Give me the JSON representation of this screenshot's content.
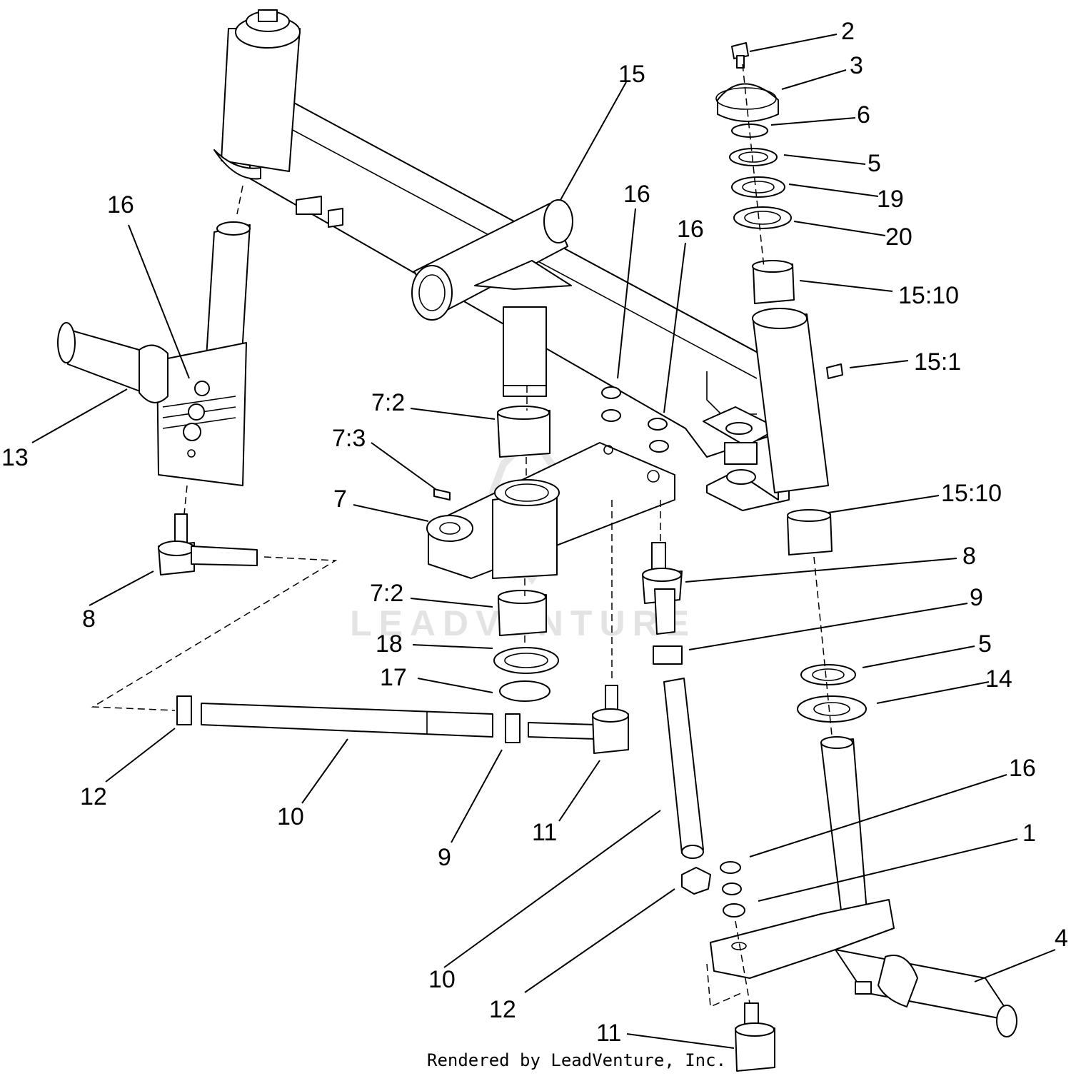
{
  "diagram": {
    "callouts": [
      {
        "id": "c-2",
        "text": "2"
      },
      {
        "id": "c-3",
        "text": "3"
      },
      {
        "id": "c-6",
        "text": "6"
      },
      {
        "id": "c-5a",
        "text": "5"
      },
      {
        "id": "c-19",
        "text": "19"
      },
      {
        "id": "c-20",
        "text": "20"
      },
      {
        "id": "c-15-10a",
        "text": "15:10"
      },
      {
        "id": "c-15-1",
        "text": "15:1"
      },
      {
        "id": "c-15-10b",
        "text": "15:10"
      },
      {
        "id": "c-15",
        "text": "15"
      },
      {
        "id": "c-16a",
        "text": "16"
      },
      {
        "id": "c-16b",
        "text": "16"
      },
      {
        "id": "c-16c",
        "text": "16"
      },
      {
        "id": "c-13",
        "text": "13"
      },
      {
        "id": "c-7-2a",
        "text": "7:2"
      },
      {
        "id": "c-7-3",
        "text": "7:3"
      },
      {
        "id": "c-7",
        "text": "7"
      },
      {
        "id": "c-8a",
        "text": "8"
      },
      {
        "id": "c-8b",
        "text": "8"
      },
      {
        "id": "c-9a",
        "text": "9"
      },
      {
        "id": "c-7-2b",
        "text": "7:2"
      },
      {
        "id": "c-18",
        "text": "18"
      },
      {
        "id": "c-17",
        "text": "17"
      },
      {
        "id": "c-5b",
        "text": "5"
      },
      {
        "id": "c-14",
        "text": "14"
      },
      {
        "id": "c-12a",
        "text": "12"
      },
      {
        "id": "c-10a",
        "text": "10"
      },
      {
        "id": "c-9b",
        "text": "9"
      },
      {
        "id": "c-11a",
        "text": "11"
      },
      {
        "id": "c-16d",
        "text": "16"
      },
      {
        "id": "c-1",
        "text": "1"
      },
      {
        "id": "c-10b",
        "text": "10"
      },
      {
        "id": "c-12b",
        "text": "12"
      },
      {
        "id": "c-11b",
        "text": "11"
      },
      {
        "id": "c-4",
        "text": "4"
      }
    ],
    "watermark": "LEADVENTURE",
    "footer": "Rendered by LeadVenture, Inc."
  }
}
